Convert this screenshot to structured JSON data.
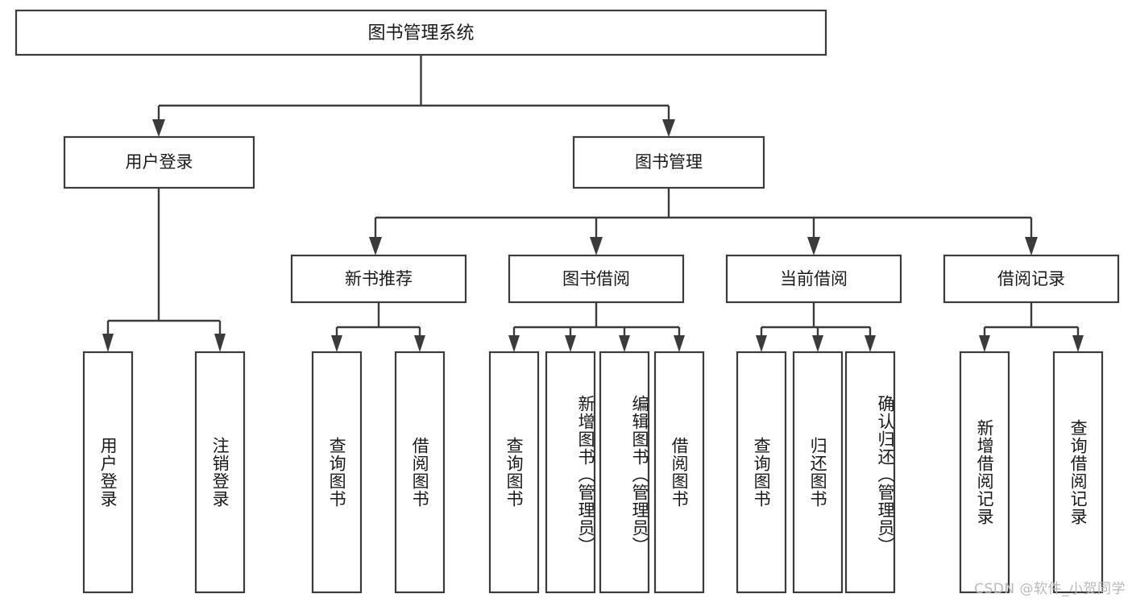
{
  "diagram": {
    "title": "图书管理系统",
    "type": "tree-hierarchy",
    "levels": 4,
    "colors": {
      "box_stroke": "#3b3b3b",
      "box_fill": "#ffffff",
      "connector": "#3b3b3b",
      "text": "#1a1a1a",
      "watermark": "#b9b9b9",
      "background": "#ffffff"
    }
  },
  "root": {
    "label": "图书管理系统"
  },
  "level2": [
    {
      "label": "用户登录"
    },
    {
      "label": "图书管理"
    }
  ],
  "level3": [
    {
      "label": "新书推荐"
    },
    {
      "label": "图书借阅"
    },
    {
      "label": "当前借阅"
    },
    {
      "label": "借阅记录"
    }
  ],
  "leaves": {
    "user_login": [
      {
        "label": "用户登录"
      },
      {
        "label": "注销登录"
      }
    ],
    "new_book_recommend": [
      {
        "label": "查询图书"
      },
      {
        "label": "借阅图书"
      }
    ],
    "book_borrow": [
      {
        "label": "查询图书"
      },
      {
        "label": "新增图书（管理员）"
      },
      {
        "label": "编辑图书（管理员）"
      },
      {
        "label": "借阅图书"
      }
    ],
    "current_borrow": [
      {
        "label": "查询图书"
      },
      {
        "label": "归还图书"
      },
      {
        "label": "确认归还（管理员）"
      }
    ],
    "borrow_record": [
      {
        "label": "新增借阅记录"
      },
      {
        "label": "查询借阅记录"
      }
    ]
  },
  "watermark": {
    "text": "CSDN @软件_小贺同学"
  }
}
